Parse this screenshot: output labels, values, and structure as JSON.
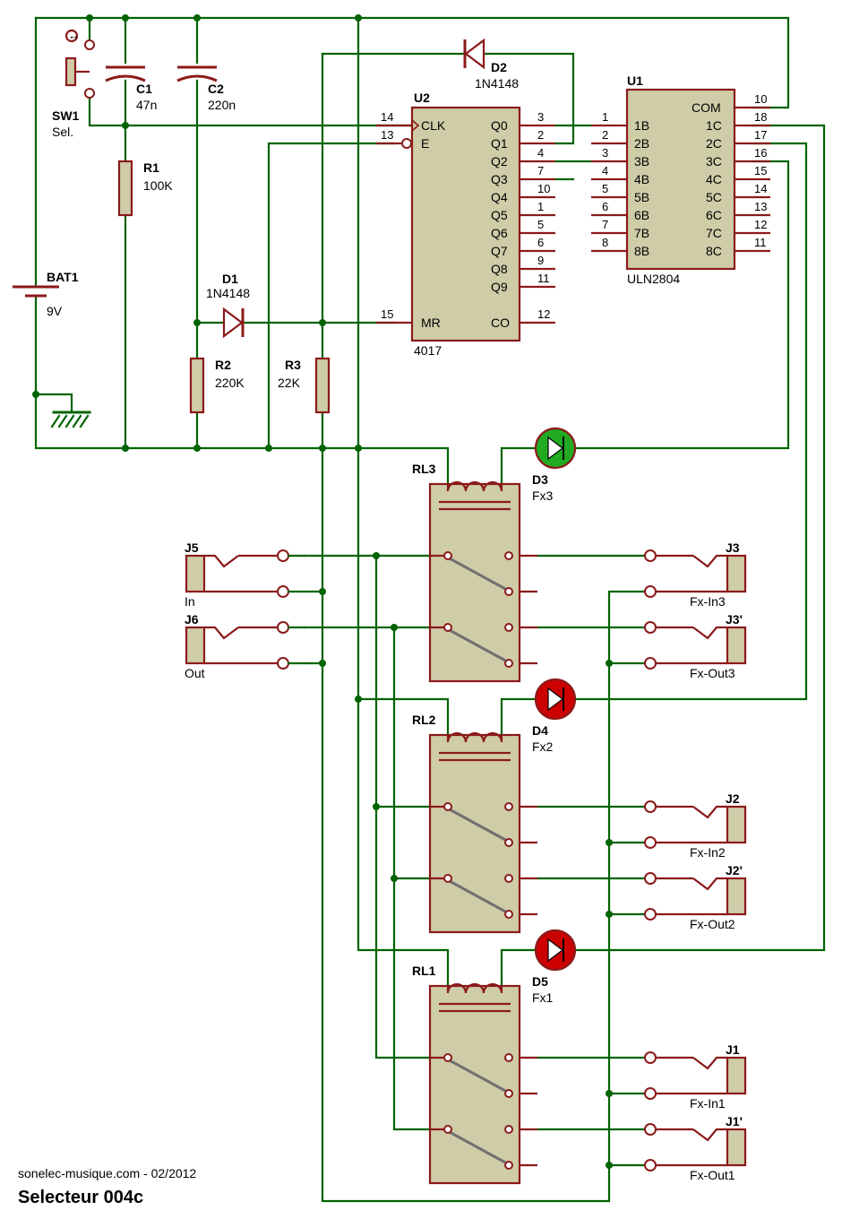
{
  "title": "Selecteur 004c",
  "credit": "sonelec-musique.com - 02/2012",
  "colors": {
    "wire": "#006400",
    "pin": "#8b1a1a",
    "body": "#cfcca8",
    "led_on": "#22aa22",
    "led_off": "#cc0000"
  },
  "components": {
    "sw1": {
      "ref": "SW1",
      "value": "Sel."
    },
    "c1": {
      "ref": "C1",
      "value": "47n"
    },
    "c2": {
      "ref": "C2",
      "value": "220n"
    },
    "r1": {
      "ref": "R1",
      "value": "100K"
    },
    "r2": {
      "ref": "R2",
      "value": "220K"
    },
    "r3": {
      "ref": "R3",
      "value": "22K"
    },
    "d1": {
      "ref": "D1",
      "value": "1N4148"
    },
    "d2": {
      "ref": "D2",
      "value": "1N4148"
    },
    "bat1": {
      "ref": "BAT1",
      "value": "9V"
    },
    "d3": {
      "ref": "D3",
      "value": "Fx3"
    },
    "d4": {
      "ref": "D4",
      "value": "Fx2"
    },
    "d5": {
      "ref": "D5",
      "value": "Fx1"
    },
    "rl1": {
      "ref": "RL1"
    },
    "rl2": {
      "ref": "RL2"
    },
    "rl3": {
      "ref": "RL3"
    }
  },
  "u2": {
    "ref": "U2",
    "part": "4017",
    "left_pins": [
      {
        "num": "14",
        "name": "CLK"
      },
      {
        "num": "13",
        "name": "E"
      },
      {
        "num": "15",
        "name": "MR"
      }
    ],
    "right_pins": [
      {
        "num": "3",
        "name": "Q0"
      },
      {
        "num": "2",
        "name": "Q1"
      },
      {
        "num": "4",
        "name": "Q2"
      },
      {
        "num": "7",
        "name": "Q3"
      },
      {
        "num": "10",
        "name": "Q4"
      },
      {
        "num": "1",
        "name": "Q5"
      },
      {
        "num": "5",
        "name": "Q6"
      },
      {
        "num": "6",
        "name": "Q7"
      },
      {
        "num": "9",
        "name": "Q8"
      },
      {
        "num": "11",
        "name": "Q9"
      },
      {
        "num": "12",
        "name": "CO"
      }
    ]
  },
  "u1": {
    "ref": "U1",
    "part": "ULN2804",
    "left_pins": [
      {
        "num": "1",
        "name": "1B"
      },
      {
        "num": "2",
        "name": "2B"
      },
      {
        "num": "3",
        "name": "3B"
      },
      {
        "num": "4",
        "name": "4B"
      },
      {
        "num": "5",
        "name": "5B"
      },
      {
        "num": "6",
        "name": "6B"
      },
      {
        "num": "7",
        "name": "7B"
      },
      {
        "num": "8",
        "name": "8B"
      }
    ],
    "right_pins": [
      {
        "num": "10",
        "name": "COM"
      },
      {
        "num": "18",
        "name": "1C"
      },
      {
        "num": "17",
        "name": "2C"
      },
      {
        "num": "16",
        "name": "3C"
      },
      {
        "num": "15",
        "name": "4C"
      },
      {
        "num": "14",
        "name": "5C"
      },
      {
        "num": "13",
        "name": "6C"
      },
      {
        "num": "12",
        "name": "7C"
      },
      {
        "num": "11",
        "name": "8C"
      }
    ]
  },
  "jacks": {
    "j5": {
      "ref": "J5",
      "label": "In"
    },
    "j6": {
      "ref": "J6",
      "label": "Out"
    },
    "j3": {
      "ref": "J3",
      "label": "Fx-In3"
    },
    "j3p": {
      "ref": "J3'",
      "label": "Fx-Out3"
    },
    "j2": {
      "ref": "J2",
      "label": "Fx-In2"
    },
    "j2p": {
      "ref": "J2'",
      "label": "Fx-Out2"
    },
    "j1": {
      "ref": "J1",
      "label": "Fx-In1"
    },
    "j1p": {
      "ref": "J1'",
      "label": "Fx-Out1"
    }
  }
}
